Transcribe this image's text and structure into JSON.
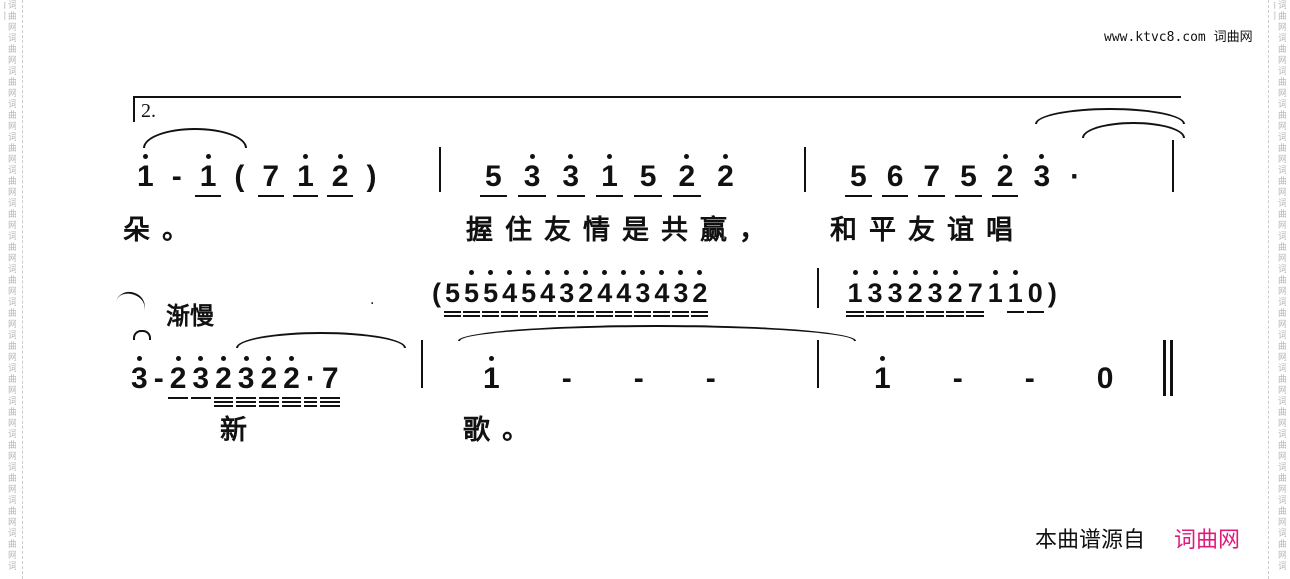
{
  "header": {
    "site": "www.ktvc8.com",
    "site_name": "词曲网"
  },
  "watermark": "词曲网词曲网词曲网词曲网词曲网词曲网词曲网词曲网词曲网词曲网词曲网词曲网词曲网词曲网词曲网词曲网词曲网词曲网",
  "volta": "2.",
  "row1": {
    "m1": [
      {
        "d": "1",
        "h": 1
      },
      {
        "d": "-"
      },
      {
        "d": "1",
        "h": 1,
        "u": 1
      },
      {
        "d": "("
      },
      {
        "d": "7",
        "u": 1
      },
      {
        "d": "1",
        "h": 1,
        "u": 1
      },
      {
        "d": "2",
        "h": 1,
        "u": 1
      },
      {
        "d": ")"
      }
    ],
    "m2": [
      {
        "d": "5",
        "u": 1
      },
      {
        "d": "3",
        "h": 1,
        "u": 1
      },
      {
        "d": "3",
        "h": 1,
        "u": 1
      },
      {
        "d": "1",
        "h": 1,
        "u": 1
      },
      {
        "d": "5",
        "u": 1
      },
      {
        "d": "2",
        "h": 1,
        "u": 1
      },
      {
        "d": "2",
        "h": 1
      }
    ],
    "m3": [
      {
        "d": "5",
        "u": 1
      },
      {
        "d": "6",
        "u": 1
      },
      {
        "d": "7",
        "u": 1
      },
      {
        "d": "5",
        "u": 1
      },
      {
        "d": "2",
        "h": 1,
        "u": 1
      },
      {
        "d": "3",
        "h": 1
      },
      {
        "d": "·"
      }
    ],
    "lyrics": [
      "朵。",
      "握住友情是共赢，",
      "和平友谊唱"
    ]
  },
  "row2": {
    "tempo": "渐慢",
    "upper1": [
      {
        "d": "("
      },
      {
        "d": "5",
        "u": 2
      },
      {
        "d": "5",
        "h": 1,
        "u": 2
      },
      {
        "d": "5",
        "h": 1,
        "u": 2
      },
      {
        "d": "4",
        "h": 1,
        "u": 2
      },
      {
        "d": "5",
        "h": 1,
        "u": 2
      },
      {
        "d": "4",
        "h": 1,
        "u": 2
      },
      {
        "d": "3",
        "h": 1,
        "u": 2
      },
      {
        "d": "2",
        "h": 1,
        "u": 2
      },
      {
        "d": "4",
        "h": 1,
        "u": 2
      },
      {
        "d": "4",
        "h": 1,
        "u": 2
      },
      {
        "d": "3",
        "h": 1,
        "u": 2
      },
      {
        "d": "4",
        "h": 1,
        "u": 2
      },
      {
        "d": "3",
        "h": 1,
        "u": 2
      },
      {
        "d": "2",
        "h": 1,
        "u": 2
      }
    ],
    "upper2": [
      {
        "d": "1",
        "h": 1,
        "u": 2
      },
      {
        "d": "3",
        "h": 1,
        "u": 2
      },
      {
        "d": "3",
        "h": 1,
        "u": 2
      },
      {
        "d": "2",
        "h": 1,
        "u": 2
      },
      {
        "d": "3",
        "h": 1,
        "u": 2
      },
      {
        "d": "2",
        "h": 1,
        "u": 2
      },
      {
        "d": "7",
        "u": 2
      },
      {
        "d": "1",
        "h": 1
      },
      {
        "d": "1",
        "h": 1,
        "u": 1
      },
      {
        "d": "0",
        "u": 1
      },
      {
        "d": ")"
      }
    ],
    "m1": [
      {
        "d": "3",
        "h": 1
      },
      {
        "d": "-"
      },
      {
        "d": "2",
        "h": 1,
        "u": 1
      },
      {
        "d": "3",
        "h": 1,
        "u": 1
      },
      {
        "d": "2",
        "h": 1,
        "u": 3
      },
      {
        "d": "3",
        "h": 1,
        "u": 3
      },
      {
        "d": "2",
        "h": 1,
        "u": 3
      },
      {
        "d": "2",
        "h": 1,
        "u": 3
      },
      {
        "d": "·",
        "u": 3
      },
      {
        "d": "7",
        "u": 3
      }
    ],
    "m2": [
      {
        "d": "1",
        "h": 1
      },
      {
        "d": "-"
      },
      {
        "d": "-"
      },
      {
        "d": "-"
      }
    ],
    "m3": [
      {
        "d": "1",
        "h": 1
      },
      {
        "d": "-"
      },
      {
        "d": "-"
      },
      {
        "d": "0"
      }
    ],
    "lyrics": [
      "新",
      "歌。"
    ]
  },
  "footer": {
    "source_label": "本曲谱源自",
    "source_name": "词曲网",
    "source_color": "#e0197d"
  }
}
